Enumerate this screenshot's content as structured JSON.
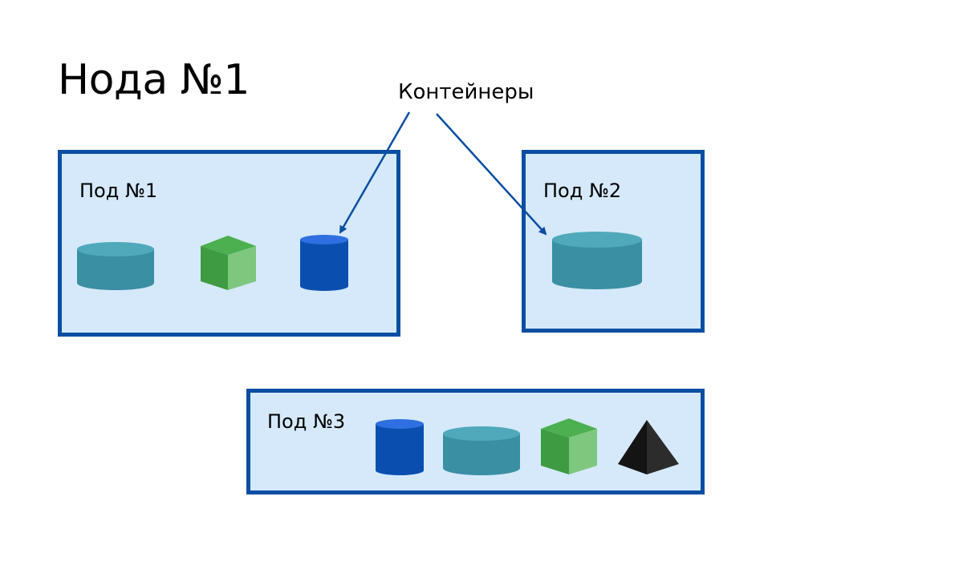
{
  "title": "Нода №1",
  "annotation": "Контейнеры",
  "pods": [
    {
      "label": "Под №1",
      "containers": [
        "wide-cylinder",
        "green-cube",
        "blue-cylinder"
      ]
    },
    {
      "label": "Под №2",
      "containers": [
        "wide-cylinder"
      ]
    },
    {
      "label": "Под №3",
      "containers": [
        "blue-cylinder",
        "wide-cylinder",
        "green-cube",
        "black-pyramid"
      ]
    }
  ],
  "colors": {
    "pod_border": "#0b4ea2",
    "pod_fill": "#d5e9fb",
    "arrow": "#0b4ea2",
    "teal_cylinder": "#3a8fa3",
    "teal_cylinder_top": "#4fa9bb",
    "blue_cylinder": "#0a4fb0",
    "blue_cylinder_top": "#2f6fe0",
    "cube_front": "#3e9b42",
    "cube_side": "#7fc77f",
    "cube_top": "#4caf50",
    "pyramid_dark": "#141414",
    "pyramid_light": "#2c2c2c"
  }
}
